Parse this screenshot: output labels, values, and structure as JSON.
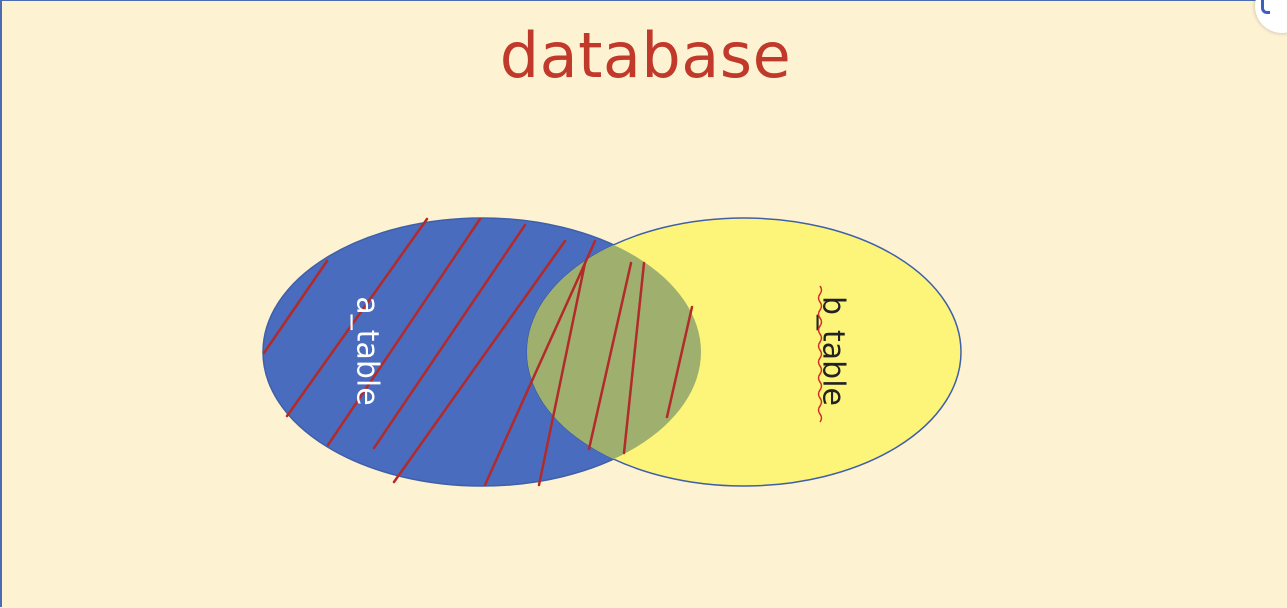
{
  "title": "database",
  "sets": [
    {
      "id": "a",
      "label": "a_table",
      "fill": "#4a6cbf",
      "text_color": "#ffffff"
    },
    {
      "id": "b",
      "label": "b_table",
      "fill": "#fdf57a",
      "text_color": "#222222"
    }
  ],
  "colors": {
    "background": "#fdf3d2",
    "title": "#c0392b",
    "hatch": "#b22a2a",
    "overlap": "#9fb06e",
    "outline": "#3f5fa8",
    "spellcheck_underline": "#d0302a"
  }
}
